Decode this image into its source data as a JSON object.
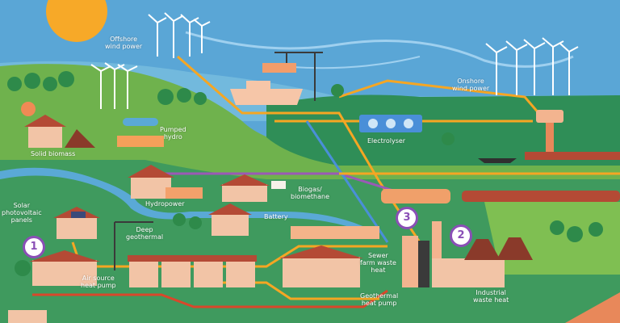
{
  "colors": {
    "sky": "#5aa6d6",
    "sea": "#72b9dd",
    "land_light": "#6fb24d",
    "land_dark": "#2f8e57",
    "land_mid": "#3f9a5e",
    "river": "#5aa9d6",
    "brick": "#b44a35",
    "wall": "#f2c4a6",
    "pipe_orange": "#f5a623",
    "pipe_red": "#d9472b",
    "pipe_purple": "#9b59b6",
    "pipe_blue": "#4a8fd8",
    "sun": "#f7a928",
    "badge": "#8a4fb6"
  },
  "labels": {
    "offshore_wind": "Offshore\nwind power",
    "onshore_wind": "Onshore\nwind power",
    "pumped_hydro": "Pumped\nhydro",
    "solid_biomass": "Solid biomass",
    "electrolyser": "Electrolyser",
    "biogas": "Biogas/\nbiomethane",
    "hydropower": "Hydropower",
    "solar_pv": "Solar\nphotovoltaic\npanels",
    "battery": "Battery",
    "deep_geothermal": "Deep\ngeothermal",
    "sewer_heat": "Sewer\nfarm waste\nheat",
    "air_source": "Air source\nheat pump",
    "geothermal_pump": "Geothermal\nheat pump",
    "industrial_heat": "Industrial\nwaste heat"
  },
  "badges": {
    "one": "1",
    "two": "2",
    "three": "3"
  },
  "icons": [
    "sun-icon",
    "wind-turbine-icon",
    "tree-icon",
    "house-icon",
    "factory-icon",
    "train-icon",
    "ship-icon",
    "crane-icon",
    "control-tower-icon",
    "airplane-icon",
    "solar-panel-icon",
    "cow-icon"
  ]
}
